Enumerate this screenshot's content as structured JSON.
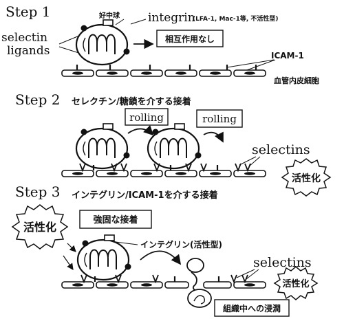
{
  "step1": {
    "heading": "Step 1",
    "neutrophil_label": "好中球",
    "integrin_label": "integrin",
    "integrin_detail": "(LFA-1, Mac-1等, 不活性型)",
    "selectin_label": "selectin",
    "ligands_label": "ligands",
    "no_interaction": "相互作用なし",
    "icam_label": "ICAM-1",
    "endothelium_label": "血管内皮細胞"
  },
  "step2": {
    "heading": "Step 2",
    "description": "セレクチン/糖鎖を介する接着",
    "rolling_1": "rolling",
    "rolling_2": "rolling",
    "selectins_label": "selectins",
    "activation": "活性化"
  },
  "step3": {
    "heading": "Step 3",
    "description": "インテグリン/ICAM-1を介する接着",
    "activation_left": "活性化",
    "firm_adhesion": "強固な接着",
    "integrin_active": "インテグリン(活性型)",
    "selectins_label": "selectins",
    "activation_right": "活性化",
    "infiltration": "組織中への浸潤"
  }
}
